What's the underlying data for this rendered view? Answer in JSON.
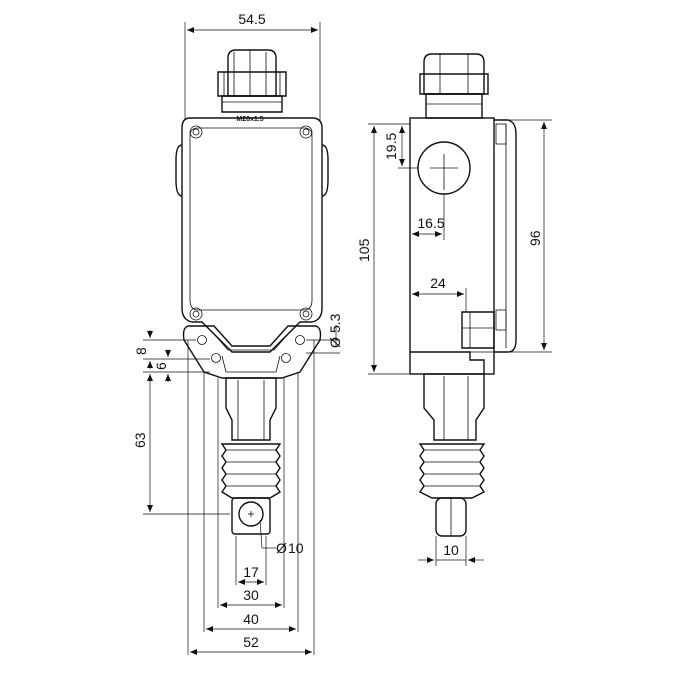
{
  "drawing": {
    "front_view": {
      "gland_label": "M20x1.5",
      "dimensions": {
        "overall_width": "54.5",
        "slot_width": "5.3",
        "slot_spacing_8": "8",
        "slot_spacing_6": "6",
        "shaft_length": "63",
        "roller_diameter": "10",
        "width_17": "17",
        "width_30": "30",
        "width_40": "40",
        "width_52": "52"
      }
    },
    "side_view": {
      "dimensions": {
        "top_offset": "19.5",
        "overall_height": "105",
        "lever_offset": "16.5",
        "cover_height": "96",
        "lever_depth": "24",
        "roller_width": "10"
      }
    },
    "symbols": {
      "diameter": "Ø"
    }
  }
}
